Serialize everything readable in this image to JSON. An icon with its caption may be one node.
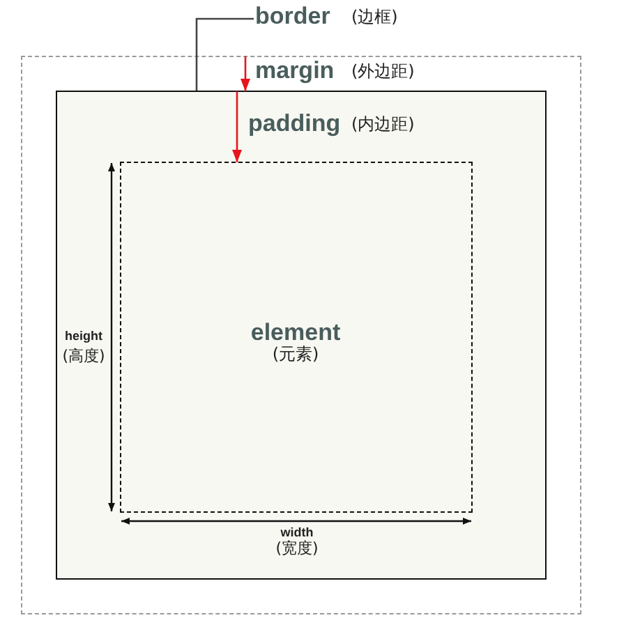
{
  "diagram": {
    "nodes": [
      {
        "text": [
          "border",
          "(边框)"
        ]
      },
      {
        "text": [
          "margin",
          "(外边距)"
        ]
      },
      {
        "text": [
          "padding",
          "(内边距)"
        ],
        "in": 1
      },
      {
        "text": [
          "element",
          "(元素)"
        ],
        "in": 2
      }
    ],
    "edges": [
      {
        "from": 0,
        "to": 2,
        "arrow": "none",
        "color": "#444444"
      },
      {
        "from": 1,
        "to": 2,
        "arrow": "to"
      },
      {
        "from": 2,
        "to": 3,
        "arrow": "to"
      }
    ],
    "labels": [
      "height",
      "(高度)",
      "width",
      "(宽度)"
    ]
  }
}
